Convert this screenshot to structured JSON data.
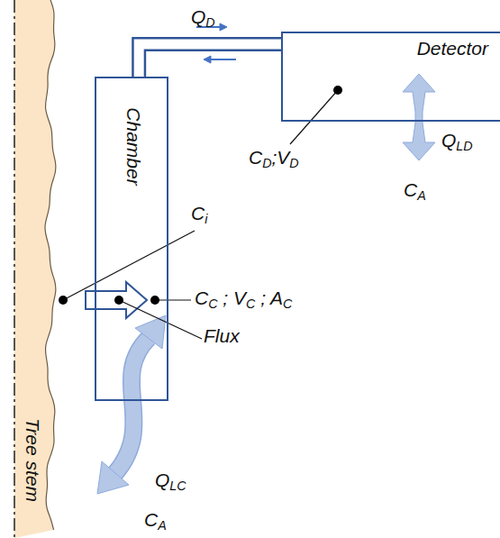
{
  "diagram": {
    "nodes": [
      {
        "text": [
          "Tree stem"
        ]
      },
      {
        "text": [
          "Chamber"
        ]
      },
      {
        "text": [
          "Detector"
        ]
      }
    ],
    "edges": [
      {
        "from": 1,
        "to": 2,
        "arrow": "none"
      }
    ],
    "labels": [
      "QD",
      "CD;VD",
      "QLD",
      "CA",
      "Ci",
      "CC ; VC ; AC",
      "Flux",
      "QLC",
      "CA"
    ]
  }
}
